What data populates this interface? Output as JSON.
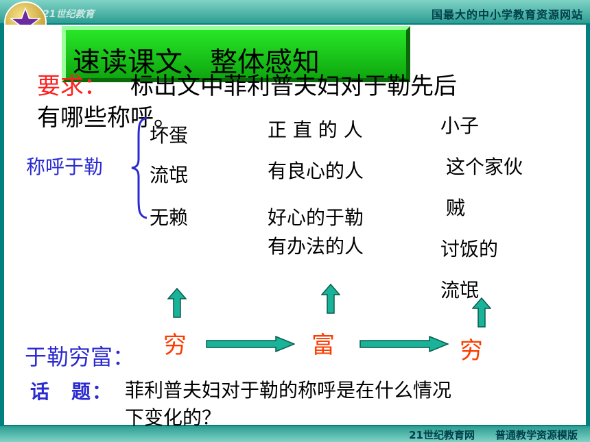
{
  "header": {
    "site_name": "21世纪教育",
    "slogan": "国最大的中小学教育资源网站"
  },
  "footer": {
    "text": "21世纪教育网　　普通教学资源模版"
  },
  "slide": {
    "title": "速读课文、整体感知",
    "requirement_label": "要求：",
    "requirement_text_line1": "标出文中菲利普夫妇对于勒先后",
    "requirement_text_line2": "有哪些称呼。",
    "callee_label": "称呼于勒",
    "column1": [
      "坏蛋",
      "流氓",
      "无赖"
    ],
    "column2": [
      "正 直 的 人",
      "有良心的人",
      "好心的于勒",
      "有办法的人"
    ],
    "column3": [
      "小子",
      "这个家伙",
      "贼",
      "讨饭的",
      "流氓"
    ],
    "wealth_label": "于勒穷富：",
    "states": [
      "穷",
      "富",
      "穷"
    ],
    "topic_label": "话　题：",
    "topic_text_line1": "菲利普夫妇对于勒的称呼是在什么情况",
    "topic_text_line2": "下变化的？"
  },
  "colors": {
    "background": "#00817f",
    "title_green": "#1fcf1f",
    "label_red": "#ff2020",
    "label_blue": "#2a2ad0",
    "state_orange": "#ff3c00",
    "arrow_fill": "#19b39a"
  },
  "icons": {
    "logo": "star-logo-icon",
    "brace": "left-brace-icon",
    "up_arrow": "up-arrow-icon",
    "right_arrow": "right-arrow-icon"
  }
}
